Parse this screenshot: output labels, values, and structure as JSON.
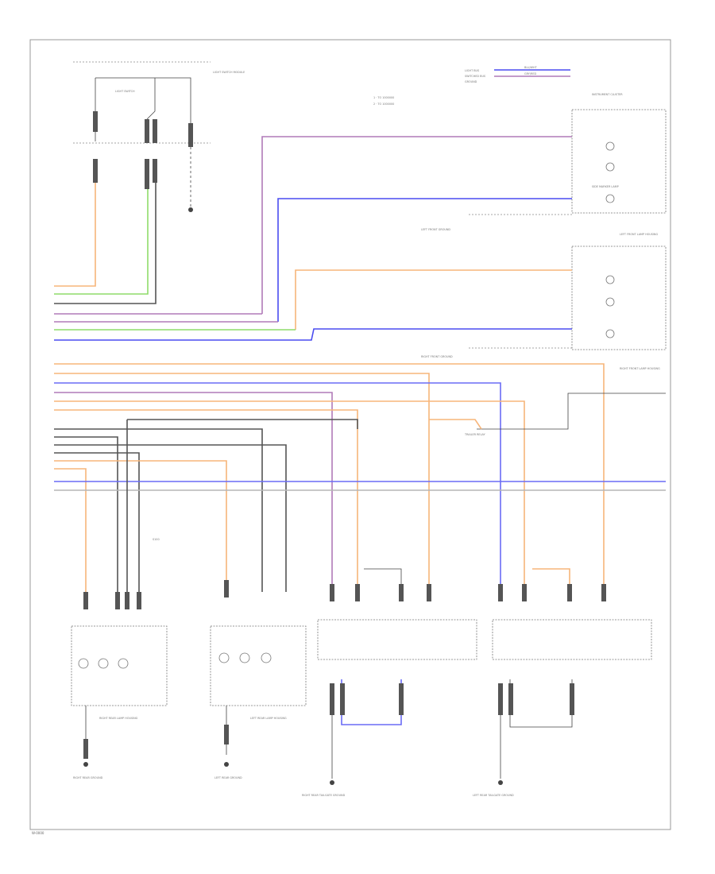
{
  "colors": {
    "orange": "#f7b57a",
    "violet": "#b07ab8",
    "blue": "#4a4cf0",
    "lightblue": "#6a6cf5",
    "green": "#8fdc6a",
    "gray": "#555555",
    "lightgray": "#b5b5b5",
    "black": "#222222"
  },
  "labels": {
    "footer": "W-0000",
    "light_switch": "LIGHT SWITCH",
    "light_switch_module": "LIGHT SWITCH MODULE",
    "notes_1": "1 · TO 1000000",
    "notes_2": "2 · TO 1000000",
    "legend_1": "LIGHT BUS",
    "legend_2": "SWITCHED BUS",
    "legend_3": "GROUND",
    "legend_w1": "BLU/WHT",
    "legend_w2": "GRY/RED",
    "instrument_cluster": "INSTRUMENT CLUSTER",
    "cluster_lamp": "SIDE MARKER LAMP",
    "left_front_lamp": "LEFT FRONT LAMP HOUSING",
    "right_front_lamp": "RIGHT FRONT LAMP HOUSING",
    "left_ground": "LEFT FRONT GROUND",
    "right_ground": "RIGHT FRONT GROUND",
    "trailer_relay": "TRAILER RELAY",
    "rr_lamp": "RIGHT REAR LAMP HOUSING",
    "lr_lamp": "LEFT REAR LAMP HOUSING",
    "rr_ground": "RIGHT REAR GROUND",
    "lr_ground": "LEFT REAR GROUND",
    "rr_tail_ground": "RIGHT REAR TAILGATE GROUND",
    "lr_tail_ground": "LEFT REAR TAILGATE GROUND",
    "splice": "S100"
  }
}
